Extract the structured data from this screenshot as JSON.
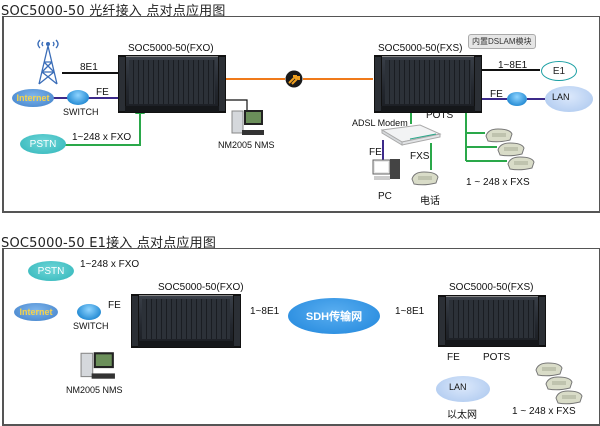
{
  "diagram1": {
    "title": "SOC5000-50 光纤接入 点对点应用图",
    "fxo_device": "SOC5000-50(FXO)",
    "fxs_device": "SOC5000-50(FXS)",
    "callout": "内置DSLAM模块",
    "tower_link": "8E1",
    "internet": "Internet",
    "switch": "SWITCH",
    "fe_left": "FE",
    "pstn": "PSTN",
    "pstn_link": "1~248 x FXO",
    "nms": "NM2005 NMS",
    "e1_link": "1~8E1",
    "e1_cloud": "E1",
    "fe_right": "FE",
    "lan": "LAN",
    "adsl_modem": "ADSL Modem",
    "pots": "POTS",
    "fe_pc": "FE",
    "fxs": "FXS",
    "pc": "PC",
    "phone": "电话",
    "fxs_count": "1 ~ 248 x FXS"
  },
  "diagram2": {
    "title": "SOC5000-50 E1接入 点对点应用图",
    "pstn": "PSTN",
    "pstn_link": "1~248 x FXO",
    "fxo_device": "SOC5000-50(FXO)",
    "internet": "Internet",
    "switch": "SWITCH",
    "fe_left": "FE",
    "nms": "NM2005 NMS",
    "link_left": "1~8E1",
    "sdh": "SDH传输网",
    "link_right": "1~8E1",
    "fxs_device": "SOC5000-50(FXS)",
    "fe": "FE",
    "pots": "POTS",
    "lan": "LAN",
    "ethernet": "以太网",
    "fxs_count": "1 ~ 248 x FXS"
  },
  "colors": {
    "fiber": "#f07a1a",
    "pots": "#2aa84a",
    "fe": "#3c2a8a",
    "e1": "#111111"
  }
}
